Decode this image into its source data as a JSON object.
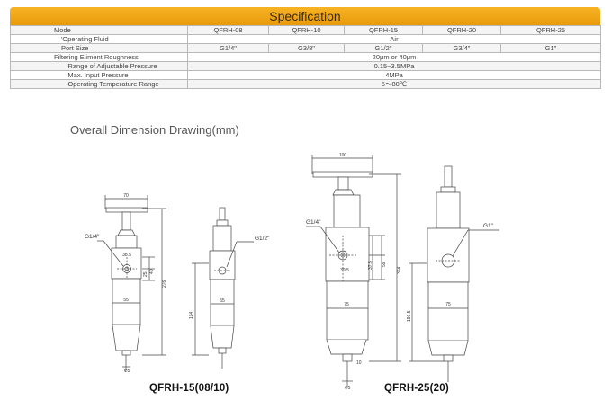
{
  "spec": {
    "title": "Specification",
    "header_row": {
      "label": "Mode",
      "models": [
        "QFRH-08",
        "QFRH-10",
        "QFRH-15",
        "QFRH-20",
        "QFRH-25"
      ]
    },
    "fluid": {
      "label": "'Operating Fluid",
      "value": "Air"
    },
    "port": {
      "label": "Port Size",
      "values": [
        "G1/4\"",
        "G3/8\"",
        "G1/2\"",
        "G3/4\"",
        "G1\""
      ]
    },
    "filter": {
      "label": "Filtering Eliment Roughness",
      "value": "20μm  or  40μm"
    },
    "pressure_range": {
      "label": "'Range of Adjustable Pressure",
      "value": "0.15~3.5MPa"
    },
    "max_pressure": {
      "label": "'Max. Input Pressure",
      "value": "4MPa"
    },
    "temp": {
      "label": "'Operating Temperature Range",
      "value": "5～80℃"
    }
  },
  "drawing": {
    "title": "Overall Dimension Drawing(mm)",
    "left": {
      "model": "QFRH-15(08/10)",
      "port_front": "G1/4\"",
      "port_side": "G1/2\"",
      "dims": {
        "top_width": "70",
        "d1": "38.5",
        "d2": "25",
        "d3": "40",
        "height": "276",
        "body_width": "55",
        "lower_height": "154",
        "side_width": "55",
        "phi": "Φ5"
      }
    },
    "right": {
      "model": "QFRH-25(20)",
      "port_front": "G1/4\"",
      "port_side": "G1\"",
      "dims": {
        "top_width": "100",
        "d1": "39.5",
        "d2": "37.5",
        "d3": "59",
        "height": "364",
        "body_width": "75",
        "lower_height": "196.5",
        "side_width": "75",
        "phi": "Φ5",
        "drain": "10"
      }
    }
  }
}
